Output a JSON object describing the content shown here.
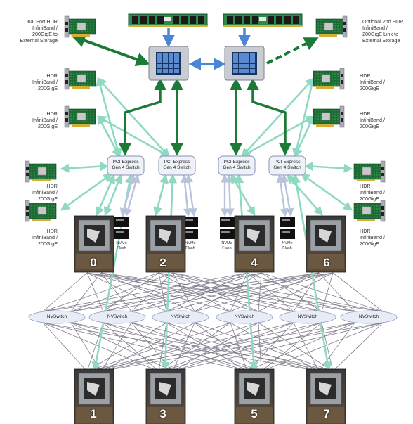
{
  "colors": {
    "pcie_line": "#8fd9c2",
    "cpu_link": "#1a7a36",
    "cpu_interconnect": "#4a86d6",
    "nvlink": "#6b6478",
    "nvme_link": "#b8c4dc",
    "switch_fill": "#eef1f8",
    "switch_stroke": "#8a93b5"
  },
  "labels": {
    "dual_port": [
      "Dual Port HDR",
      "InfiniBand /",
      "200GigE to",
      "External Storage"
    ],
    "optional_2nd": [
      "Optional 2nd HDR",
      "InfiniBand /",
      "200GigE Link to",
      "External Storage"
    ],
    "hdr": [
      "HDR",
      "InfiniBand /",
      "200GigE"
    ],
    "pcie_switch": [
      "PCI-Express",
      "Gen 4 Switch"
    ],
    "nvme": [
      "NVMe",
      "Flash"
    ],
    "nvswitch": "NVSwitch",
    "gpu_numbers_top": [
      "0",
      "2",
      "4",
      "6"
    ],
    "gpu_numbers_bottom": [
      "1",
      "3",
      "5",
      "7"
    ]
  }
}
